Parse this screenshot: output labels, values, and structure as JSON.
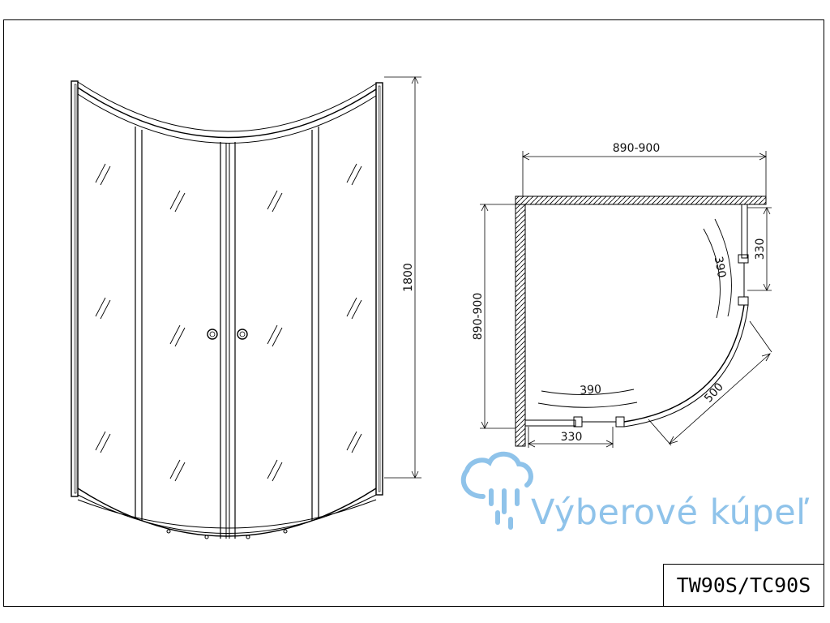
{
  "drawing": {
    "dimensions": {
      "height": "1800",
      "width_top": "890-900",
      "depth_left": "890-900",
      "right_fixed": "330",
      "right_door": "390",
      "bottom_door": "390",
      "bottom_fixed": "330",
      "entry": "500"
    }
  },
  "logo": {
    "text": "Výberové kúpeľ",
    "icon": "shower-cloud-icon",
    "color": "#8fc3ea"
  },
  "model": {
    "code": "TW90S/TC90S"
  }
}
